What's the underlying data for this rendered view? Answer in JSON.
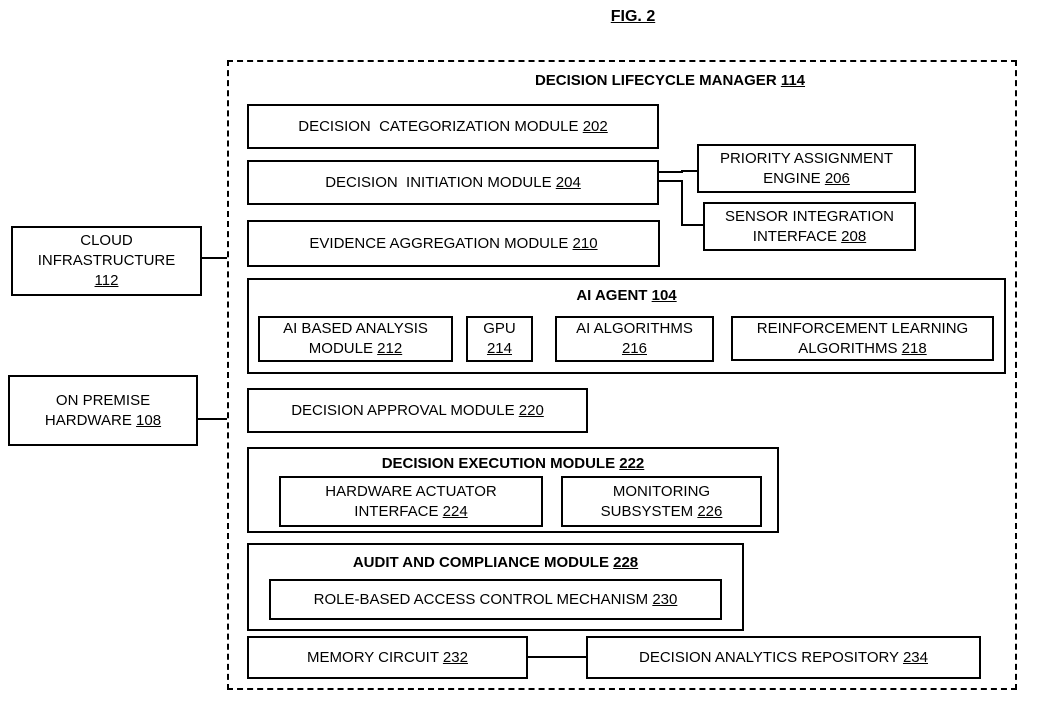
{
  "figure": {
    "title": "FIG. 2"
  },
  "manager": {
    "label": "DECISION LIFECYCLE MANAGER",
    "ref": "114"
  },
  "external": {
    "cloud": {
      "line1": "CLOUD",
      "line2": "INFRASTRUCTURE",
      "ref": "112"
    },
    "on_premise": {
      "line1": "ON PREMISE",
      "line2": "HARDWARE",
      "ref": "108"
    }
  },
  "modules": {
    "categorization": {
      "label": "DECISION  CATEGORIZATION MODULE",
      "ref": "202"
    },
    "initiation": {
      "label": "DECISION  INITIATION MODULE",
      "ref": "204"
    },
    "priority": {
      "line1": "PRIORITY ASSIGNMENT",
      "line2": "ENGINE",
      "ref": "206"
    },
    "sensor": {
      "line1": "SENSOR INTEGRATION",
      "line2": "INTERFACE",
      "ref": "208"
    },
    "evidence": {
      "label": "EVIDENCE AGGREGATION MODULE",
      "ref": "210"
    },
    "approval": {
      "label": "DECISION APPROVAL MODULE",
      "ref": "220"
    },
    "memory": {
      "label": "MEMORY CIRCUIT",
      "ref": "232"
    },
    "analytics": {
      "label": "DECISION ANALYTICS REPOSITORY",
      "ref": "234"
    }
  },
  "ai_agent": {
    "title": "AI AGENT",
    "ref": "104",
    "analysis": {
      "line1": "AI BASED ANALYSIS",
      "line2": "MODULE",
      "ref": "212"
    },
    "gpu": {
      "line1": "GPU",
      "ref": "214"
    },
    "algorithms": {
      "line1": "AI ALGORITHMS",
      "ref": "216"
    },
    "reinforcement": {
      "line1": "REINFORCEMENT LEARNING",
      "line2": "ALGORITHMS",
      "ref": "218"
    }
  },
  "execution": {
    "title": "DECISION EXECUTION MODULE",
    "ref": "222",
    "actuator": {
      "line1": "HARDWARE ACTUATOR",
      "line2": "INTERFACE",
      "ref": "224"
    },
    "monitoring": {
      "line1": "MONITORING",
      "line2": "SUBSYSTEM",
      "ref": "226"
    }
  },
  "audit": {
    "title": "AUDIT AND COMPLIANCE MODULE",
    "ref": "228",
    "rbac": {
      "label": "ROLE-BASED ACCESS CONTROL MECHANISM",
      "ref": "230"
    }
  }
}
